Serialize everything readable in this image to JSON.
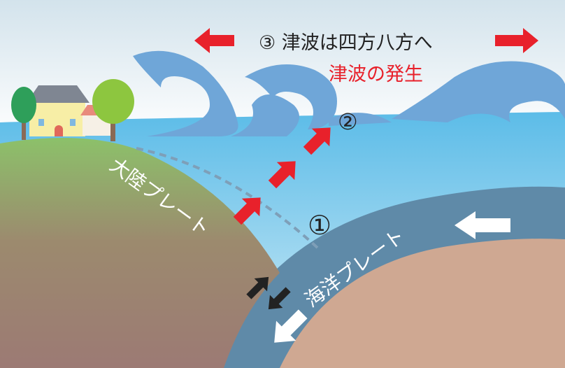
{
  "labels": {
    "step3": "③ 津波は四方八方へ",
    "tsunami_generation": "津波の発生",
    "step2": "②",
    "step1": "①",
    "continental_plate": "大陸プレート",
    "oceanic_plate": "海洋プレート"
  },
  "colors": {
    "red_arrow": "#e8212b",
    "tsunami_text": "#e8212b",
    "wave": "#6fa6d8",
    "sea_top": "#5cbce8",
    "sea_bottom": "#cbe9f5",
    "oceanic_plate": "#5f8aa8",
    "oceanic_mantle": "#cfa892",
    "continent_top": "#8cc16a",
    "continent_bottom": "#9c7a74"
  }
}
